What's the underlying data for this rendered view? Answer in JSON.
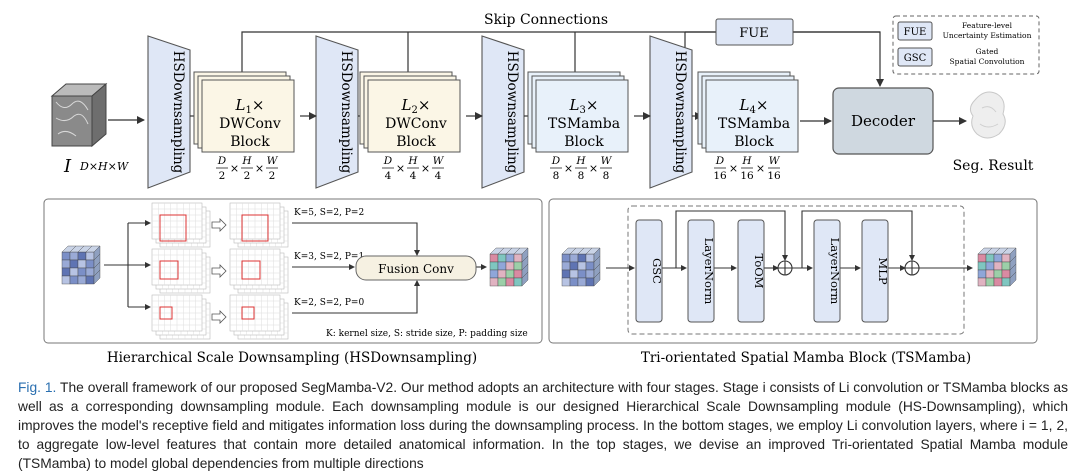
{
  "top": {
    "skip_label": "Skip Connections",
    "fue_label": "FUE",
    "hsdown_label": "HSDownsampling",
    "input_label": "I",
    "input_sup": "D×H×W",
    "decoder_label": "Decoder",
    "output_label": "Seg. Result",
    "blocks": [
      {
        "count": "L",
        "sub": "1",
        "line2": "DWConv",
        "line3": "Block",
        "dims": [
          "D",
          "2",
          "H",
          "2",
          "W",
          "2"
        ],
        "fill": "#fbf6e6"
      },
      {
        "count": "L",
        "sub": "2",
        "line2": "DWConv",
        "line3": "Block",
        "dims": [
          "D",
          "4",
          "H",
          "4",
          "W",
          "4"
        ],
        "fill": "#fbf6e6"
      },
      {
        "count": "L",
        "sub": "3",
        "line2": "TSMamba",
        "line3": "Block",
        "dims": [
          "D",
          "8",
          "H",
          "8",
          "W",
          "8"
        ],
        "fill": "#e8f1fa"
      },
      {
        "count": "L",
        "sub": "4",
        "line2": "TSMamba",
        "line3": "Block",
        "dims": [
          "D",
          "16",
          "H",
          "16",
          "W",
          "16"
        ],
        "fill": "#e8f1fa"
      }
    ]
  },
  "legend": {
    "items": [
      {
        "abbr": "FUE",
        "desc1": "Feature-level",
        "desc2": "Uncertainty Estimation"
      },
      {
        "abbr": "GSC",
        "desc1": "Gated",
        "desc2": "Spatial Convolution"
      }
    ]
  },
  "hsd_panel": {
    "title": "Hierarchical Scale Downsampling (HSDownsampling)",
    "params": [
      "K=5, S=2, P=2",
      "K=3, S=2, P=1",
      "K=2, S=2, P=0"
    ],
    "fusion_label": "Fusion Conv",
    "note": "K: kernel size, S: stride size, P: padding size"
  },
  "tsm_panel": {
    "title": "Tri-orientated  Spatial Mamba Block (TSMamba)",
    "modules": [
      "GSC",
      "LayerNorm",
      "ToOM",
      "LayerNorm",
      "MLP"
    ]
  },
  "caption": {
    "fig_label": "Fig. 1.",
    "text": "The overall framework of our proposed SegMamba-V2. Our method adopts an architecture with four stages. Stage i consists of Li convolution or TSMamba blocks as well as a corresponding downsampling module. Each downsampling module is our designed Hierarchical Scale Downsampling module (HS-Downsampling), which improves the model's receptive field and mitigates information loss during the downsampling process. In the bottom stages, we employ Li convolution layers, where i = 1, 2, to aggregate low-level features that contain more detailed anatomical information. In the top stages, we devise an improved Tri-orientated Spatial Mamba module (TSMamba) to model global dependencies from multiple directions"
  },
  "colors": {
    "block_conv": "#fbf6e6",
    "block_mamba": "#e8f1fa",
    "module_fill": "#dfe7f6",
    "decoder_fill": "#cfd8e0",
    "caption_fig": "#2a6fb0"
  }
}
